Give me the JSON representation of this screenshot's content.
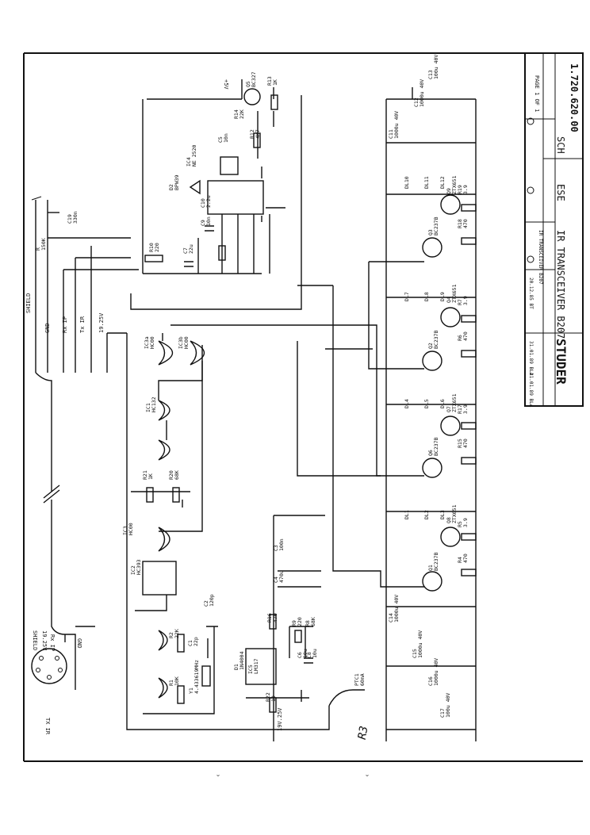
{
  "title_block": {
    "title": "IR TRANSCEIVER B207",
    "company": "STUDER",
    "doc_number": "1.720.620.00",
    "sch_label": "SCH",
    "size_label": "ESE",
    "page": "PAGE 1 OF 1",
    "rev1_date": "20.12.85 BT",
    "rev1_text": "IR TRANSCEIVER B207",
    "rev2_date": "31.01.89 BLA",
    "rev3_date": "21.01.89 BLA"
  },
  "connector": {
    "labels": [
      "SHIELD",
      "GND",
      "Rx IP",
      "Tx IR",
      "19.25V"
    ],
    "pin_labels": [
      "SHIELD",
      "19.25V",
      "Rx IP",
      "GND",
      "Tx IR"
    ],
    "tx_ir": "TX IR"
  },
  "rail_labels": {
    "plus5": "+5V",
    "plus19": "19V.25V",
    "r3": "R3"
  },
  "components": [
    {
      "ref": "Q5",
      "value": "BC327"
    },
    {
      "ref": "R13",
      "value": "1K"
    },
    {
      "ref": "R14",
      "value": "22K"
    },
    {
      "ref": "R12",
      "value": "4K7"
    },
    {
      "ref": "IC4",
      "value": "NE 2520"
    },
    {
      "ref": "C5",
      "value": "10n"
    },
    {
      "ref": "D2",
      "value": "BPW39"
    },
    {
      "ref": "C9",
      "value": "10n"
    },
    {
      "ref": "C10",
      "value": "2.2u"
    },
    {
      "ref": "C7",
      "value": "22u"
    },
    {
      "ref": "R10",
      "value": "220"
    },
    {
      "ref": "C19",
      "value": "330n"
    },
    {
      "ref": "R",
      "value": "150K"
    },
    {
      "ref": "C13",
      "value": "100u 40V"
    },
    {
      "ref": "C12",
      "value": "1000u 40V"
    },
    {
      "ref": "C11",
      "value": "1000u 40V"
    },
    {
      "ref": "DL10",
      "value": ""
    },
    {
      "ref": "DL11",
      "value": ""
    },
    {
      "ref": "DL12",
      "value": ""
    },
    {
      "ref": "Q9",
      "value": "ZTX651"
    },
    {
      "ref": "R19",
      "value": "3.9"
    },
    {
      "ref": "Q3",
      "value": "BC237B"
    },
    {
      "ref": "R18",
      "value": "470"
    },
    {
      "ref": "DL7",
      "value": ""
    },
    {
      "ref": "DL8",
      "value": ""
    },
    {
      "ref": "DL9",
      "value": ""
    },
    {
      "ref": "Q4",
      "value": "ZTX651"
    },
    {
      "ref": "R7",
      "value": "3.9"
    },
    {
      "ref": "Q2",
      "value": "BC237B"
    },
    {
      "ref": "R6",
      "value": "470"
    },
    {
      "ref": "IC3a",
      "value": "HC00"
    },
    {
      "ref": "IC3b",
      "value": "HC00"
    },
    {
      "ref": "IC1",
      "value": "HC132"
    },
    {
      "ref": "DL4",
      "value": ""
    },
    {
      "ref": "DL5",
      "value": ""
    },
    {
      "ref": "DL6",
      "value": ""
    },
    {
      "ref": "Q7",
      "value": "ZTX651"
    },
    {
      "ref": "R17",
      "value": "3.9"
    },
    {
      "ref": "Q6",
      "value": "BC237B"
    },
    {
      "ref": "R15",
      "value": "470"
    },
    {
      "ref": "R21",
      "value": "1K"
    },
    {
      "ref": "R20",
      "value": "68K"
    },
    {
      "ref": "IC3",
      "value": "HC00"
    },
    {
      "ref": "IC2",
      "value": "HC393"
    },
    {
      "ref": "DL1",
      "value": ""
    },
    {
      "ref": "DL2",
      "value": ""
    },
    {
      "ref": "DL3",
      "value": ""
    },
    {
      "ref": "Q1",
      "value": "BC237B"
    },
    {
      "ref": "Q8",
      "value": "ZTX651"
    },
    {
      "ref": "R5",
      "value": "3.9"
    },
    {
      "ref": "R4",
      "value": "470"
    },
    {
      "ref": "C3",
      "value": "100n"
    },
    {
      "ref": "C4",
      "value": "470u"
    },
    {
      "ref": "C2",
      "value": "120p"
    },
    {
      "ref": "C1",
      "value": "22p"
    },
    {
      "ref": "R2",
      "value": "22K"
    },
    {
      "ref": "R1",
      "value": "10K"
    },
    {
      "ref": "Y1",
      "value": "4.433619MHz"
    },
    {
      "ref": "R16",
      "value": "470"
    },
    {
      "ref": "R9",
      "value": "220"
    },
    {
      "ref": "R8",
      "value": "68K"
    },
    {
      "ref": "D1",
      "value": "1N4004"
    },
    {
      "ref": "IC5",
      "value": "LM317"
    },
    {
      "ref": "C6",
      "value": "10u"
    },
    {
      "ref": "C8",
      "value": "10u"
    },
    {
      "ref": "R22",
      "value": "10"
    },
    {
      "ref": "PTC1",
      "value": "60mA"
    },
    {
      "ref": "C14",
      "value": "1000u 40V"
    },
    {
      "ref": "C15",
      "value": "1000u 40V"
    },
    {
      "ref": "C16",
      "value": "1000u 40V"
    },
    {
      "ref": "C17",
      "value": "100u 40V"
    }
  ]
}
